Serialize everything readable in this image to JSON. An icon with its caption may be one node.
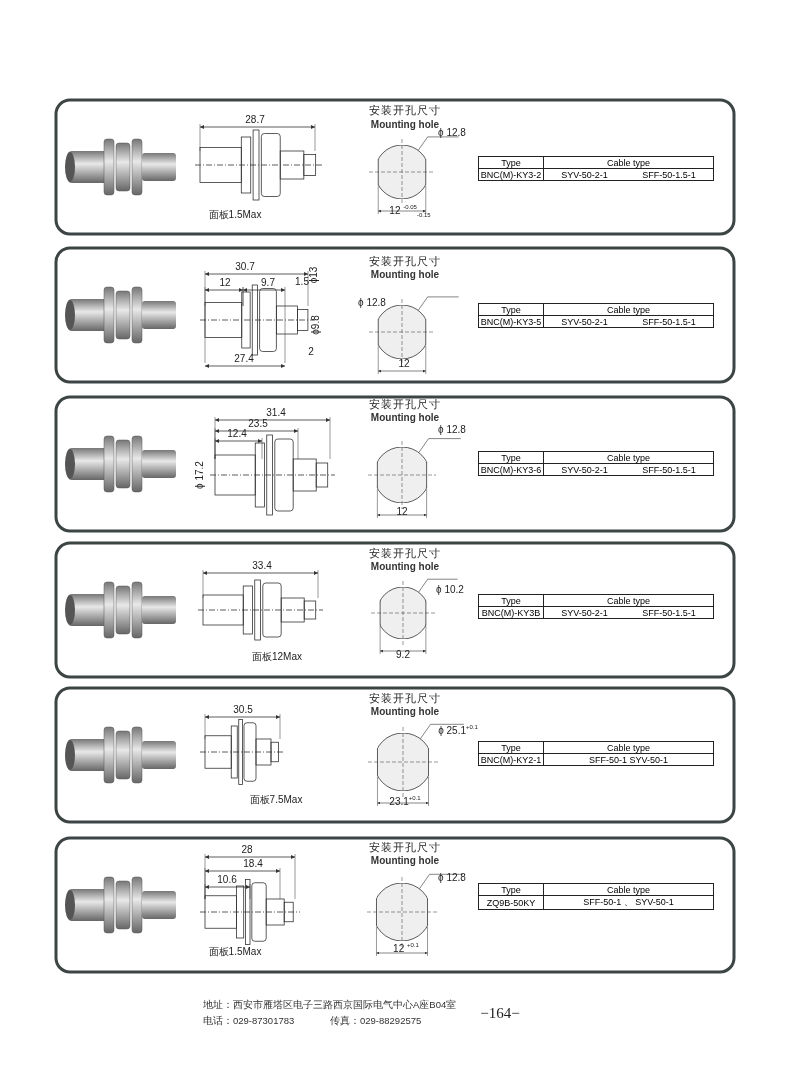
{
  "diagram": {
    "labels": [
      "28.7",
      "面板1.5Max",
      "安装开孔尺寸",
      "Mounting hole",
      "ϕ 12.8",
      "12 $^{-0.05}$$_{-0.15}$",
      "Type",
      "Cable type",
      "BNC(M)-KY3-2",
      "SYV-50-2-1",
      "SFF-50-1.5-1",
      "30.7",
      "12",
      "9.7",
      "1.5",
      "ϕ13",
      "ϕ9.8",
      "2",
      "27.4",
      "安装开孔尺寸",
      "Mounting hole",
      "ϕ 12.8",
      "12",
      "Type",
      "Cable type",
      "BNC(M)-KY3-5",
      "SYV-50-2-1",
      "SFF-50-1.5-1",
      "31.4",
      "23.5",
      "12.4",
      "ϕ 17.2",
      "安装开孔尺寸",
      "Mounting hole",
      "ϕ 12.8",
      "12",
      "Type",
      "Cable type",
      "BNC(M)-KY3-6",
      "SYV-50-2-1",
      "SFF-50-1.5-1",
      "33.4",
      "面板12Max",
      "安装开孔尺寸",
      "Mounting hole",
      "ϕ 10.2",
      "9.2",
      "Type",
      "Cable type",
      "BNC(M)-KY3B",
      "SYV-50-2-1",
      "SFF-50-1.5-1",
      "30.5",
      "面板7.5Max",
      "安装开孔尺寸",
      "Mounting hole",
      "ϕ 25.1$^{+0.1}$",
      "23.1$^{+0.1}$",
      "Type",
      "Cable type",
      "BNC(M)-KY2-1",
      "SFF-50-1 SYV-50-1",
      "28",
      "18.4",
      "10.6",
      "面板1.5Max",
      "安装开孔尺寸",
      "Mounting hole",
      "ϕ 12.8",
      "12 $^{+0.1}$",
      "Type",
      "Cable type",
      "ZQ9B-50KY",
      "SFF-50-1 、 SYV-50-1",
      "地址：西安市雁塔区电子三路西京国际电气中心A座B04室",
      "电话：029-87301783",
      "传真：029-88292575",
      "−164−"
    ]
  }
}
